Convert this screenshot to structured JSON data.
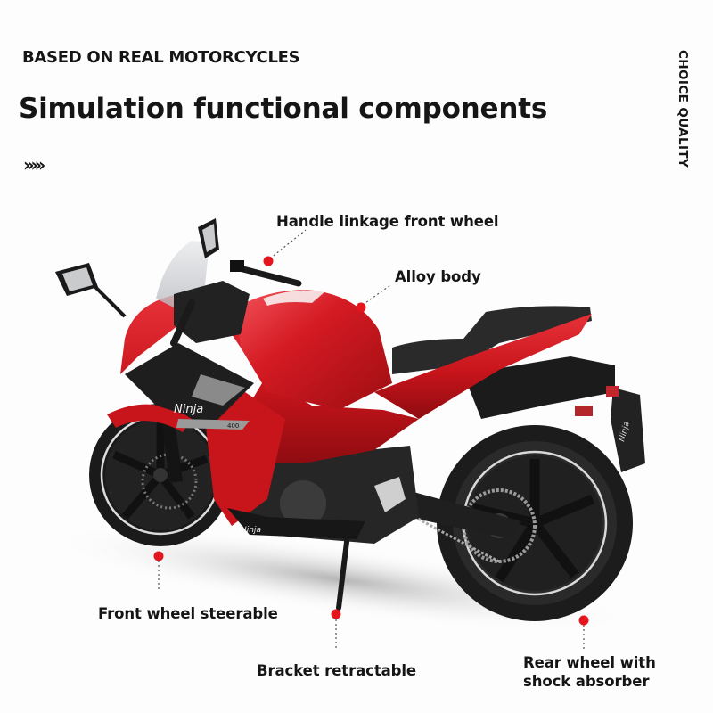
{
  "header": {
    "subtitle": "BASED ON REAL MOTORCYCLES",
    "title": "Simulation functional components",
    "chevrons": "›››››",
    "side_text": "CHOICE QUALITY"
  },
  "product": {
    "name": "Ninja",
    "model": "400",
    "body_color": "#c8141b",
    "accent_dot_color": "#e3151f"
  },
  "callouts": [
    {
      "id": "handle",
      "label": "Handle linkage front wheel"
    },
    {
      "id": "alloy",
      "label": "Alloy body"
    },
    {
      "id": "front",
      "label": "Front wheel steerable"
    },
    {
      "id": "bracket",
      "label": "Bracket retractable"
    },
    {
      "id": "rear",
      "label": "Rear wheel with shock absorber",
      "line1": "Rear wheel with",
      "line2": "shock absorber"
    }
  ]
}
